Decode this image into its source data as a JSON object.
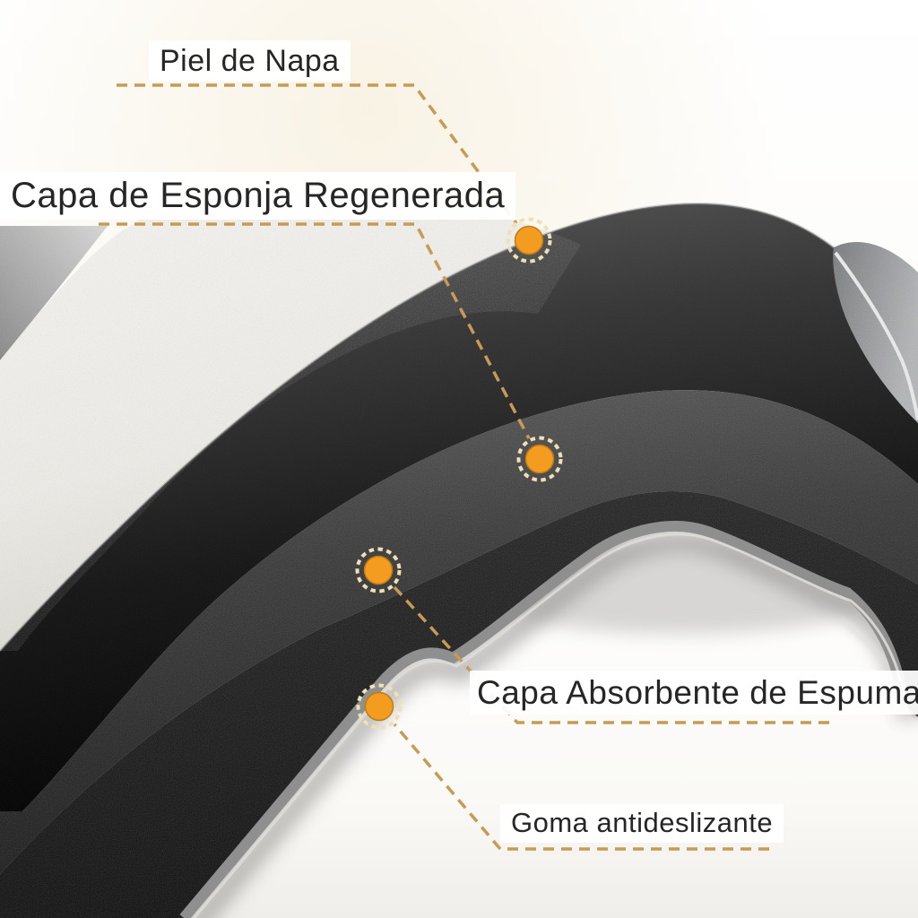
{
  "diagram": {
    "type": "product-layer-callouts",
    "subject": "cross-section of a layered anti-slip absorbent mat",
    "annotations": [
      {
        "id": "piel-de-napa",
        "text": "Piel de Napa"
      },
      {
        "id": "capa-esponja",
        "text": "Capa de Esponja Regenerada"
      },
      {
        "id": "capa-espuma",
        "text": "Capa Absorbente de Espuma"
      },
      {
        "id": "goma",
        "text": "Goma antideslizante"
      }
    ],
    "marker_count": 4,
    "colors": {
      "marker": "#F49C1F",
      "marker_ring": "#EEE1B8",
      "leader_line": "#C79A55",
      "label_text": "#262626",
      "label_background": "#FFFFFF"
    }
  }
}
